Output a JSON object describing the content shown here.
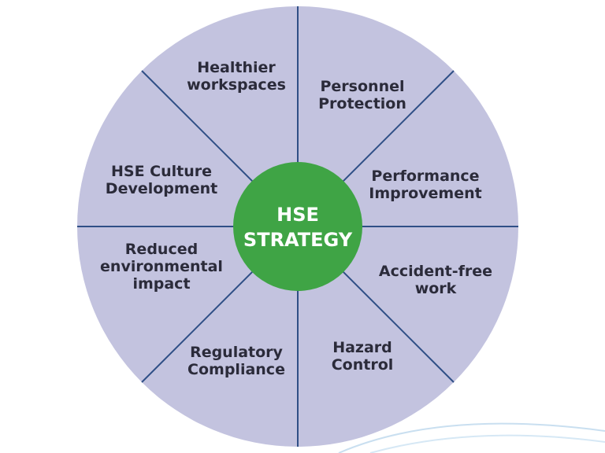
{
  "diagram": {
    "center": {
      "lines": [
        "HSE",
        "STRATEGY"
      ]
    },
    "segments": [
      {
        "lines": [
          "Healthier",
          "workspaces"
        ]
      },
      {
        "lines": [
          "Personnel",
          "Protection"
        ]
      },
      {
        "lines": [
          "Performance",
          "Improvement"
        ]
      },
      {
        "lines": [
          "Accident-free",
          "work"
        ]
      },
      {
        "lines": [
          "Hazard",
          "Control"
        ]
      },
      {
        "lines": [
          "Regulatory",
          "Compliance"
        ]
      },
      {
        "lines": [
          "Reduced",
          "environmental",
          "impact"
        ]
      },
      {
        "lines": [
          "HSE Culture",
          "Development"
        ]
      }
    ],
    "colors": {
      "wheel_fill": "#c3c3df",
      "divider": "#2f4f86",
      "center_fill": "#3fa445",
      "center_text": "#ffffff",
      "label_text": "#2b2b3a",
      "decor_arc": "#c9dff0"
    }
  }
}
